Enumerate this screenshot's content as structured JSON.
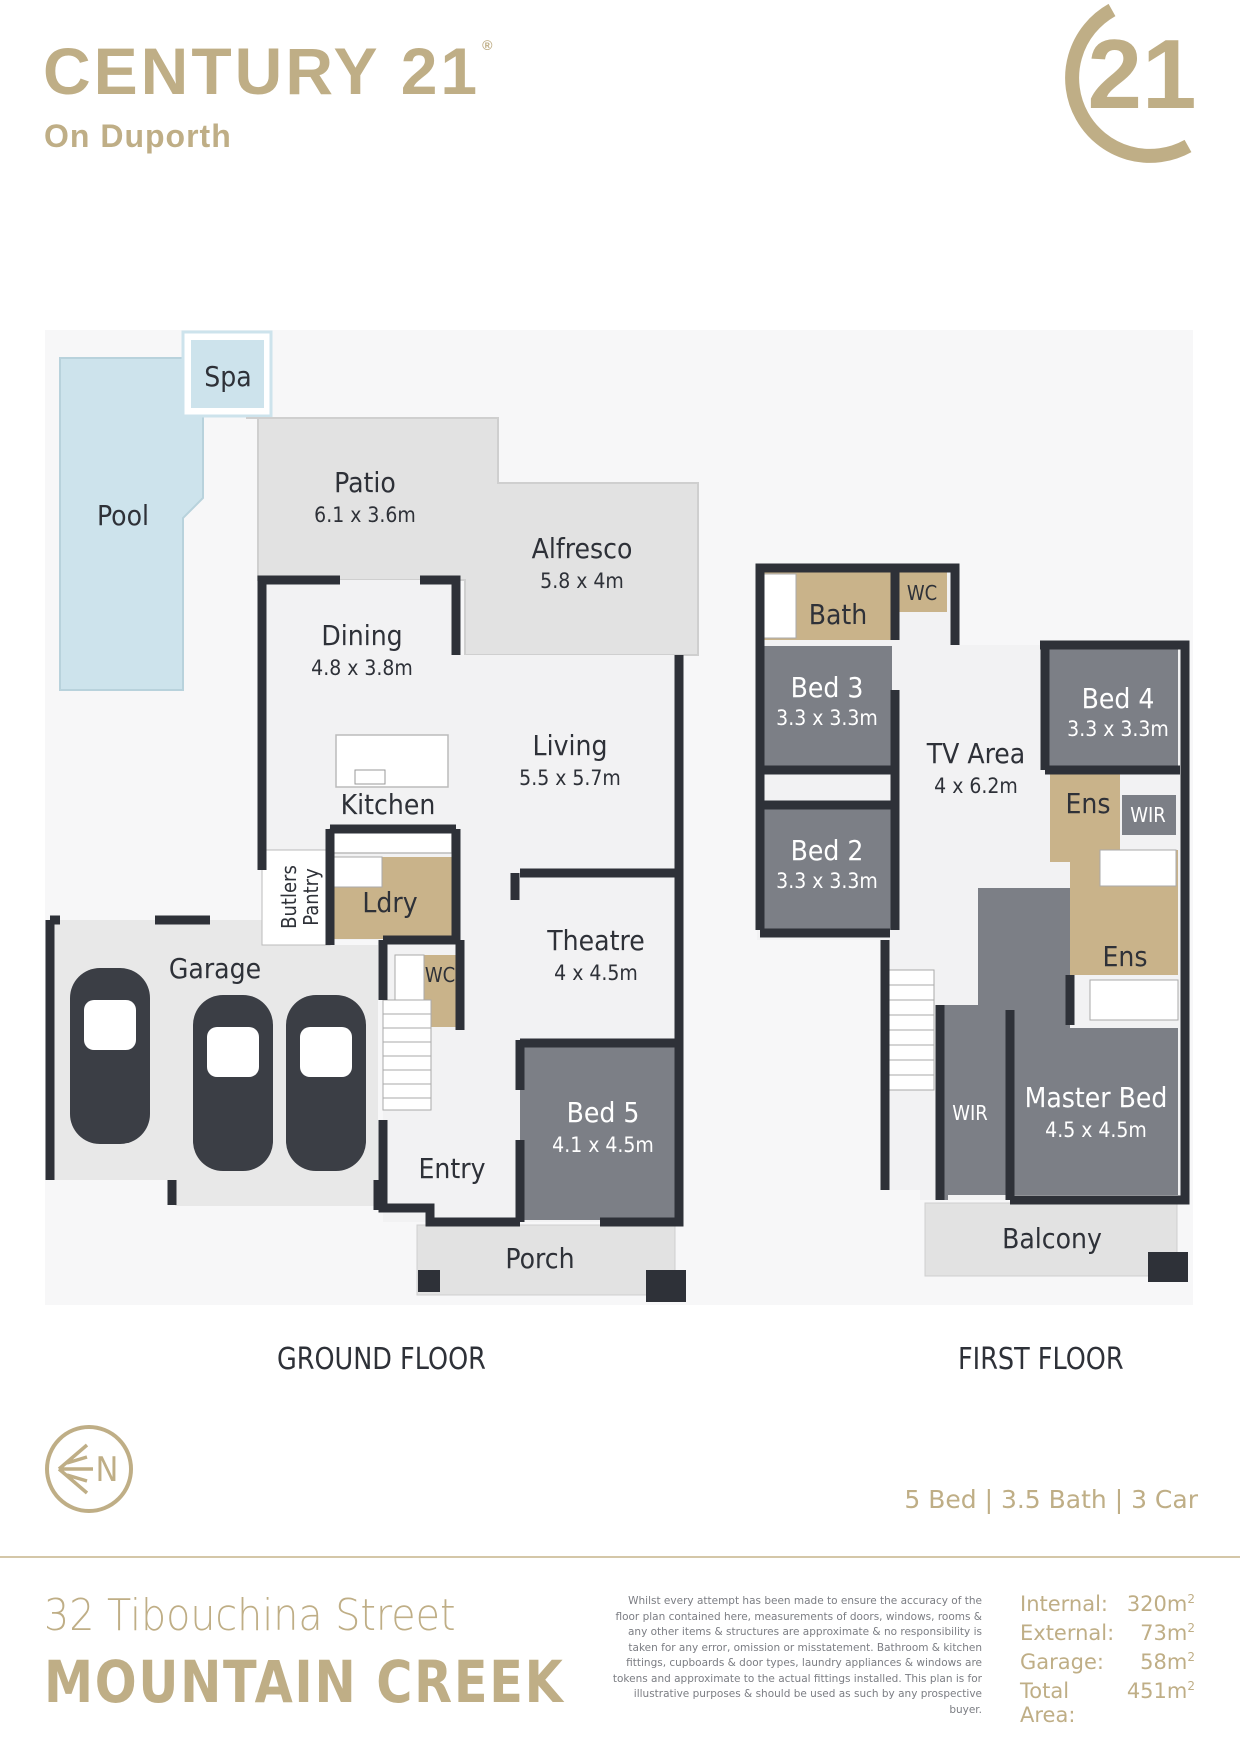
{
  "brand": {
    "name": "CENTURY 21",
    "office": "On Duporth",
    "logo_number": "21"
  },
  "ground_floor": {
    "label": "GROUND FLOOR",
    "rooms": {
      "spa": "Spa",
      "pool": "Pool",
      "patio": {
        "name": "Patio",
        "dims": "6.1 x 3.6m"
      },
      "alfresco": {
        "name": "Alfresco",
        "dims": "5.8 x 4m"
      },
      "dining": {
        "name": "Dining",
        "dims": "4.8 x  3.8m"
      },
      "living": {
        "name": "Living",
        "dims": "5.5 x 5.7m"
      },
      "kitchen": "Kitchen",
      "butlers_line1": "Butlers",
      "butlers_line2": "Pantry",
      "ldry": "Ldry",
      "garage": "Garage",
      "wc": "WC",
      "theatre": {
        "name": "Theatre",
        "dims": "4 x 4.5m"
      },
      "bed5": {
        "name": "Bed 5",
        "dims": "4.1 x 4.5m"
      },
      "entry": "Entry",
      "porch": "Porch"
    }
  },
  "first_floor": {
    "label": "FIRST FLOOR",
    "rooms": {
      "bath": "Bath",
      "wc": "WC",
      "bed3": {
        "name": "Bed 3",
        "dims": "3.3 x 3.3m"
      },
      "tv_area": {
        "name": "TV Area",
        "dims": "4 x 6.2m"
      },
      "bed4": {
        "name": "Bed 4",
        "dims": "3.3 x 3.3m"
      },
      "ens_small": "Ens",
      "wir_small": "WIR",
      "bed2": {
        "name": "Bed 2",
        "dims": "3.3 x 3.3m"
      },
      "ens_master": "Ens",
      "wir_master": "WIR",
      "master_bed": {
        "name": "Master Bed",
        "dims": "4.5 x 4.5m"
      },
      "balcony": "Balcony"
    }
  },
  "compass": {
    "letter": "N"
  },
  "summary": "5 Bed  |  3.5 Bath  |  3 Car",
  "address": {
    "street": "32 Tibouchina Street",
    "suburb": "MOUNTAIN CREEK"
  },
  "disclaimer": "Whilst every attempt has been made to ensure the accuracy of the floor plan contained here, measurements of doors, windows, rooms & any other items & structures are approximate & no responsibility is taken for any error, omission or misstatement. Bathroom & kitchen fittings, cupboards & door types, laundry appliances & windows are tokens and approximate to the actual fittings installed. This plan is for illustrative purposes & should be used as such by any prospective buyer.",
  "areas": [
    {
      "label": "Internal:",
      "value": "320m",
      "unit_sup": "2"
    },
    {
      "label": "External:",
      "value": "73m",
      "unit_sup": "2"
    },
    {
      "label": "Garage:",
      "value": "58m",
      "unit_sup": "2"
    },
    {
      "label": "Total Area:",
      "value": "451m",
      "unit_sup": "2"
    }
  ],
  "colors": {
    "gold": "#bfae86",
    "wall": "#2e3138",
    "pool": "#cde3ec",
    "bedroom": "#7c7f86",
    "outdoor": "#e2e2e2",
    "floor": "#f2f2f3",
    "wet": "#c9b38a"
  }
}
